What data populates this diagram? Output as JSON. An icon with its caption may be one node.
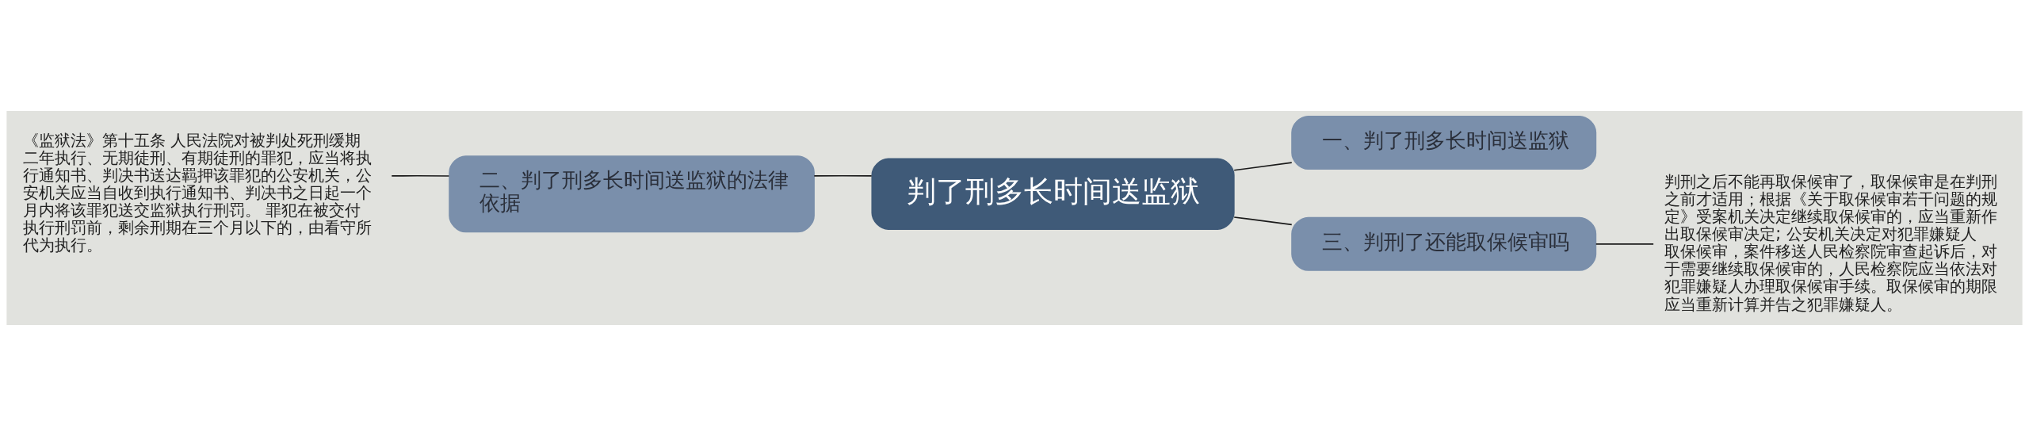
{
  "diagram": {
    "nodes": [
      {
        "text": [
          "判了刑多长时间送监狱"
        ]
      },
      {
        "text": [
          "一、判了刑多长时间送监狱"
        ]
      },
      {
        "text": [
          "二、判了刑多长时间送监狱的法律依据"
        ]
      },
      {
        "text": [
          "三、判刑了还能取保候审吗"
        ]
      },
      {
        "text": [
          "《监狱法》第十五条 人民法院对被判处死刑缓期二年执行、无期徒刑、有期徒刑的罪犯，应当将执行通知书、判决书送达羁押该罪犯的公安机关，公安机关应当自收到执行通知书、判决书之日起一个月内将该罪犯送交监狱执行刑罚。 罪犯在被交付执行刑罚前，剩余刑期在三个月以下的，由看守所代为执行。"
        ]
      },
      {
        "text": [
          "判刑之后不能再取保候审了，取保候审是在判刑之前才适用；根据《关于取保候审若干问题的规定》受案机关决定继续取保候审的，应当重新作出取保候审决定; 公安机关决定对犯罪嫌疑人取保候审，案件移送人民检察院审查起诉后，对于需要继续取保候审的，人民检察院应当依法对犯罪嫌疑人办理取保候审手续。取保候审的期限应当重新计算并告之犯罪嫌疑人。"
        ]
      }
    ],
    "edges": [
      {
        "from": 0,
        "to": 1,
        "arrow": "none"
      },
      {
        "from": 0,
        "to": 2,
        "arrow": "none"
      },
      {
        "from": 0,
        "to": 3,
        "arrow": "none"
      },
      {
        "from": 2,
        "to": 4,
        "arrow": "none"
      },
      {
        "from": 3,
        "to": 5,
        "arrow": "none"
      }
    ]
  }
}
